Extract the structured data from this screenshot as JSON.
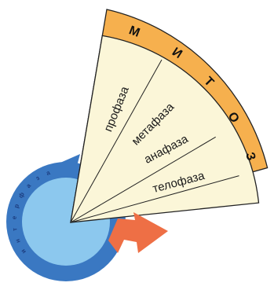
{
  "diagram": {
    "title_letters": [
      "М",
      "И",
      "Т",
      "О",
      "З"
    ],
    "phases": [
      "профаза",
      "метафаза",
      "анафаза",
      "телофаза"
    ],
    "ring_text": "интерфаза"
  },
  "colors": {
    "fan_fill": "#fbf6d8",
    "band_fill": "#f6b04e",
    "outline": "#222222",
    "ring_dark": "#3a78c2",
    "ring_light": "#8cc8ee",
    "arrow": "#ee6f45"
  }
}
